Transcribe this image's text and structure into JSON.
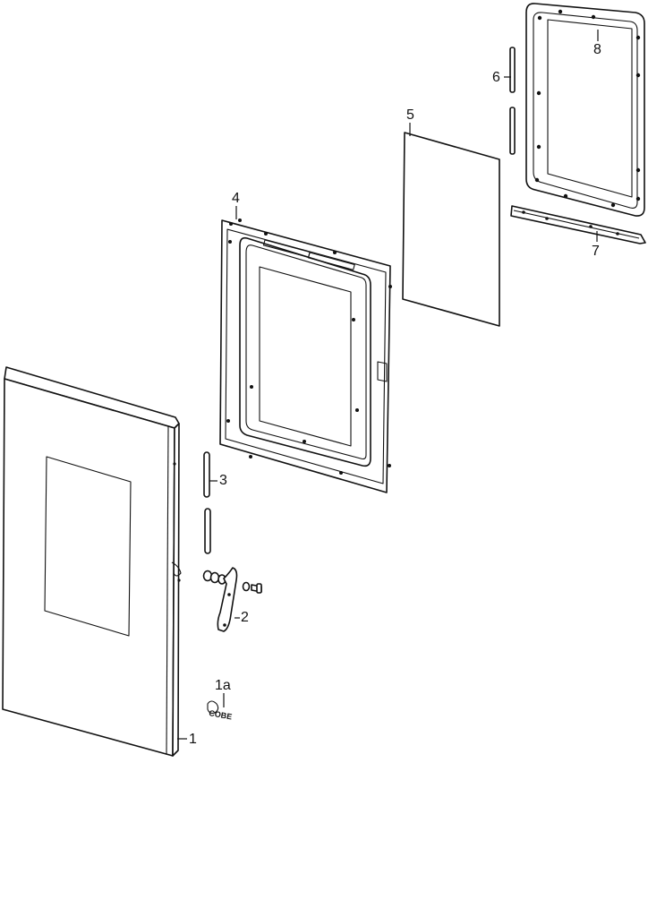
{
  "diagram": {
    "parts": [
      {
        "key": "door_panel",
        "label": "1"
      },
      {
        "key": "emblem",
        "label": "1a"
      },
      {
        "key": "hinge",
        "label": "2"
      },
      {
        "key": "pins",
        "label": "3"
      },
      {
        "key": "inner_frame",
        "label": "4"
      },
      {
        "key": "glass_panel",
        "label": "5"
      },
      {
        "key": "side_strips",
        "label": "6"
      },
      {
        "key": "bottom_strip",
        "label": "7"
      },
      {
        "key": "choke_frame",
        "label": "8"
      }
    ]
  }
}
